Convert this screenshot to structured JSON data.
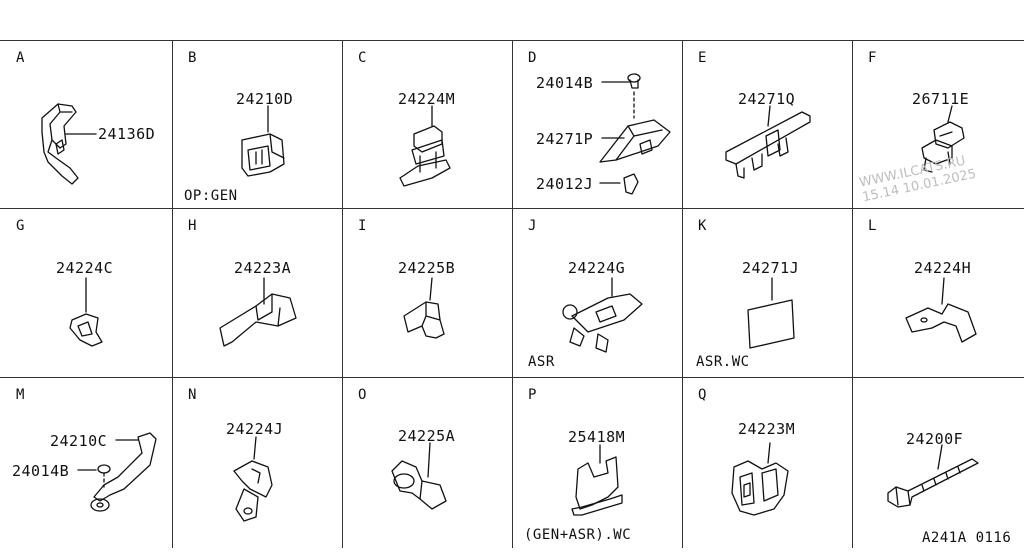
{
  "cells": [
    {
      "letter": "A",
      "part": "24136D"
    },
    {
      "letter": "B",
      "part": "24210D",
      "note": "OP:GEN"
    },
    {
      "letter": "C",
      "part": "24224M"
    },
    {
      "letter": "D",
      "parts": [
        "24014B",
        "24271P",
        "24012J"
      ]
    },
    {
      "letter": "E",
      "part": "24271Q"
    },
    {
      "letter": "F",
      "part": "26711E"
    },
    {
      "letter": "G",
      "part": "24224C"
    },
    {
      "letter": "H",
      "part": "24223A"
    },
    {
      "letter": "I",
      "part": "24225B"
    },
    {
      "letter": "J",
      "part": "24224G",
      "note": "ASR"
    },
    {
      "letter": "K",
      "part": "24271J",
      "note": "ASR.WC"
    },
    {
      "letter": "L",
      "part": "24224H"
    },
    {
      "letter": "M",
      "parts": [
        "24210C",
        "24014B"
      ]
    },
    {
      "letter": "N",
      "part": "24224J"
    },
    {
      "letter": "O",
      "part": "24225A"
    },
    {
      "letter": "P",
      "part": "25418M",
      "note": "(GEN+ASR).WC"
    },
    {
      "letter": "Q",
      "part": "24223M"
    },
    {
      "letter": "",
      "part": "24200F"
    }
  ],
  "watermark": {
    "line1": "WWW.ILCATS.RU",
    "line2": "15.14 10.01.2025"
  },
  "footer_code": "A241A 0116"
}
